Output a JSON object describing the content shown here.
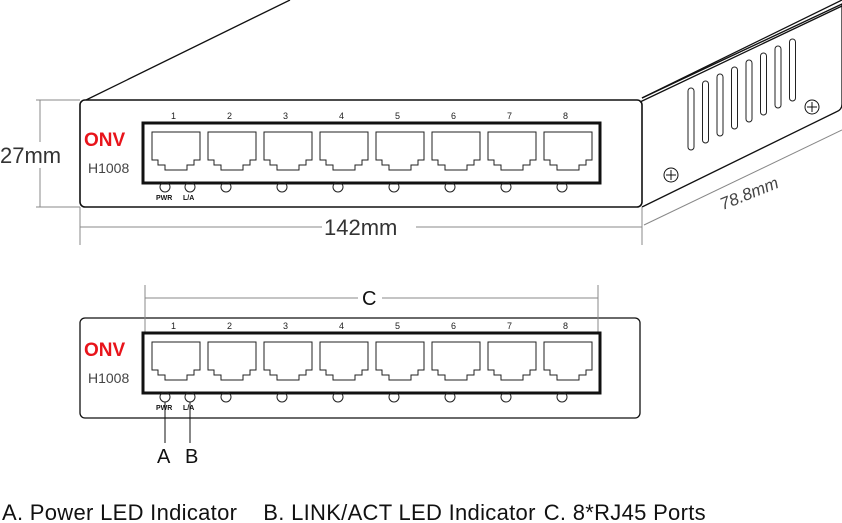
{
  "brand": {
    "logo": "ONV",
    "model": "H1008",
    "logo_color": "#e8141b"
  },
  "ports": [
    "1",
    "2",
    "3",
    "4",
    "5",
    "6",
    "7",
    "8"
  ],
  "led_labels": {
    "power": "PWR",
    "link": "L/A"
  },
  "dimensions": {
    "height": "27mm",
    "width": "142mm",
    "depth": "78.8mm"
  },
  "callouts": {
    "a": "A",
    "b": "B",
    "c": "C"
  },
  "legend": [
    "A. Power LED Indicator",
    "B. LINK/ACT LED Indicator",
    "C. 8*RJ45 Ports"
  ]
}
